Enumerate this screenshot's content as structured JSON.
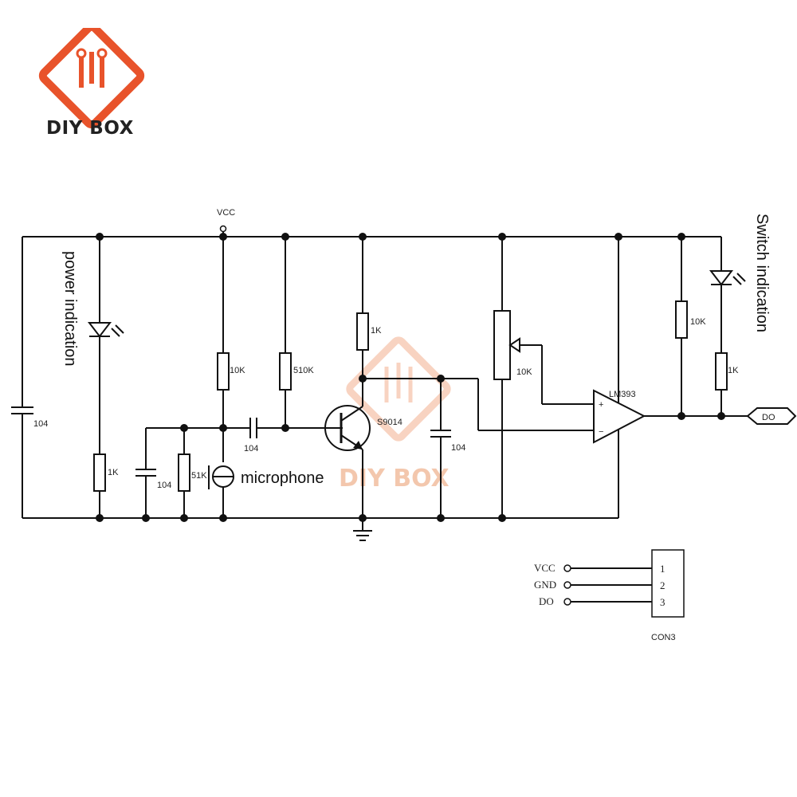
{
  "brand": {
    "name": "DIY BOX",
    "color": "#e8532b",
    "watermark_text": "DIY BOX"
  },
  "labels": {
    "vcc": "VCC",
    "power_indication": "power indication",
    "switch_indication": "Switch indication",
    "microphone": "microphone",
    "transistor": "S9014",
    "comparator": "LM393",
    "plus": "+",
    "minus": "−",
    "output": "DO"
  },
  "components": {
    "c_left": "104",
    "r_led1": "1K",
    "c_mic": "104",
    "r_mic": "51K",
    "r_bias1": "10K",
    "c_couple": "104",
    "r_bias2": "510K",
    "r_collector": "1K",
    "c_collector": "104",
    "pot": "10K",
    "r_pullup": "10K",
    "r_led2": "1K"
  },
  "connector": {
    "name": "CON3",
    "pins": [
      {
        "signal": "VCC",
        "number": "1"
      },
      {
        "signal": "GND",
        "number": "2"
      },
      {
        "signal": "DO",
        "number": "3"
      }
    ]
  }
}
